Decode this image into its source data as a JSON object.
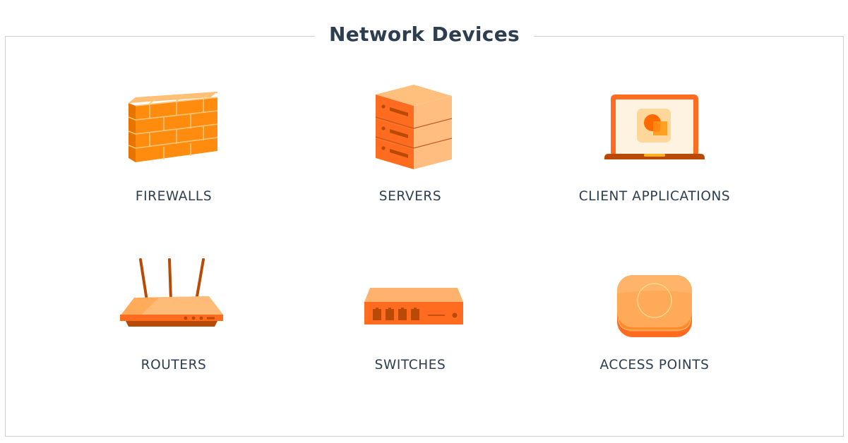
{
  "header": {
    "title": "Network Devices"
  },
  "colors": {
    "title_text": "#2c3e50",
    "label_text": "#2c3e50",
    "border": "#cfcfcf",
    "orange_dark": "#b84a06",
    "orange_main": "#ff6a1a",
    "orange_mid": "#ff8c1a",
    "orange_light": "#ffb26e",
    "cream": "#fdf3e0"
  },
  "devices": [
    {
      "label": "FIREWALLS",
      "icon": "firewall-icon"
    },
    {
      "label": "SERVERS",
      "icon": "server-icon"
    },
    {
      "label": "CLIENT APPLICATIONS",
      "icon": "laptop-icon"
    },
    {
      "label": "ROUTERS",
      "icon": "router-icon"
    },
    {
      "label": "SWITCHES",
      "icon": "switch-icon"
    },
    {
      "label": "ACCESS POINTS",
      "icon": "access-point-icon"
    }
  ]
}
